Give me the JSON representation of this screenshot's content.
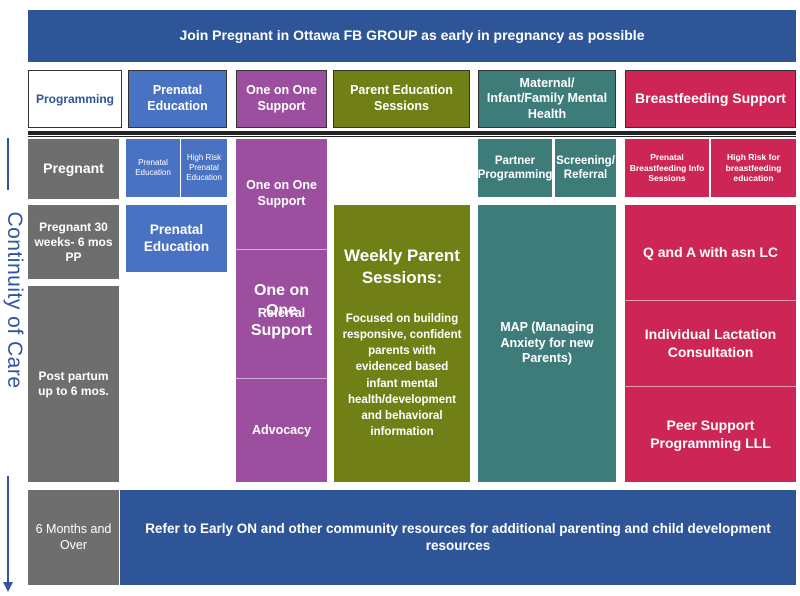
{
  "banner": "Join Pregnant in Ottawa FB GROUP as early in pregnancy as possible",
  "side_label": "Continuity of Care",
  "headers": {
    "programming": "Programming",
    "prenatal": "Prenatal Education",
    "one_on_one": "One on One Support",
    "parent_ed": "Parent Education Sessions",
    "mental_health": "Maternal/ Infant/Family Mental Health",
    "breastfeeding": "Breastfeeding Support"
  },
  "rows": {
    "pregnant": "Pregnant",
    "pregnant_30": "Pregnant 30 weeks- 6 mos PP",
    "postpartum": "Post partum up to 6 mos.",
    "six_months": "6 Months and Over"
  },
  "prenatal": {
    "small_1": "Prenatal Education",
    "small_2": "High Risk Prenatal Education",
    "main": "Prenatal Education"
  },
  "one_on_one": {
    "support": "One on One Support",
    "referral": "Referral",
    "advocacy": "Advocacy"
  },
  "parent_sessions": {
    "title": "Weekly Parent Sessions:",
    "body": "Focused on building responsive, confident parents with evidenced based infant mental health/development and behavioral information"
  },
  "mental_health": {
    "partner": "Partner Programming",
    "screening": "Screening/ Referral",
    "map": "MAP (Managing Anxiety for new Parents)"
  },
  "breastfeeding": {
    "small_1": "Prenatal Breastfeeding Info Sessions",
    "small_2": "High Risk for breastfeeding education",
    "qa": "Q and A with asn LC",
    "individual": "Individual Lactation Consultation",
    "peer": "Peer Support Programming LLL"
  },
  "footer": "Refer to Early ON and other community resources for additional parenting and child development resources",
  "colors": {
    "navy": "#2e5597",
    "blue": "#4a72c2",
    "purple": "#9b4f9e",
    "olive": "#717f17",
    "teal": "#3d7c79",
    "crimson": "#cc2556",
    "gray": "#6e6e6e"
  }
}
